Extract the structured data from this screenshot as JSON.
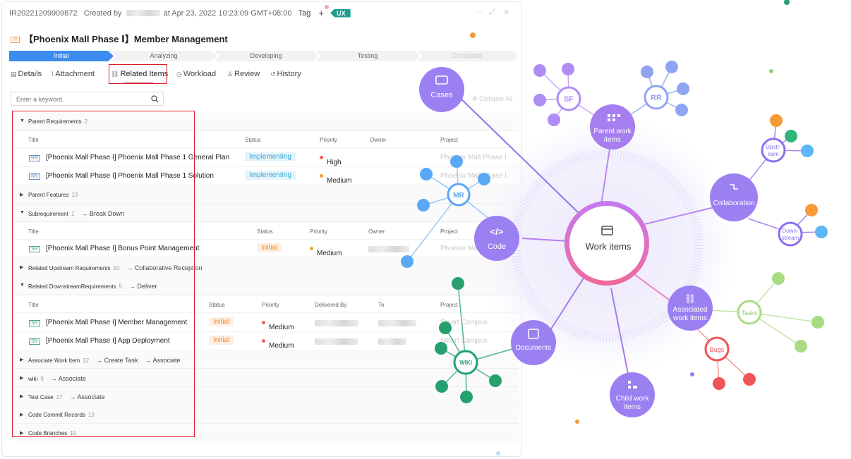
{
  "header": {
    "item_id": "IR20221209909872",
    "created_by_label": "Created by",
    "created_at": "at Apr 23, 2022 10:23:09 GMT+08:00",
    "tag_label": "Tag",
    "plus": "+",
    "ux_tag": "UX",
    "more": "···",
    "expand": "⤢",
    "close": "✕"
  },
  "title": {
    "prefix": "IR",
    "text": "【Phoenix Mall Phase Ⅰ】Member Management"
  },
  "stages": [
    "Initial",
    "Analyzing",
    "Developing",
    "Testing",
    "Completed"
  ],
  "tabs": [
    "Details",
    "Attachment",
    "Related Items",
    "Workload",
    "Review",
    "History"
  ],
  "search": {
    "placeholder": "Enter a keyword.",
    "collapse": "Collapse All"
  },
  "sections": {
    "parent_req": {
      "name": "Parent Requirements",
      "count": "2"
    },
    "parent_feat": {
      "name": "Parent Features",
      "count": "13"
    },
    "subreq": {
      "name": "Subrequirement",
      "count": "1",
      "action": "→ Break Down"
    },
    "upstream": {
      "name": "Related Upstream Requirements",
      "count": "10",
      "action": "→ Collaborative Reception"
    },
    "downstream": {
      "name": "Related DownstreamRequirements",
      "count": "5",
      "action": "→ Deliver"
    },
    "assoc": {
      "name": "Associate Work Item",
      "count": "12",
      "action": "→ Create Task",
      "action2": "→ Associate"
    },
    "wiki": {
      "name": "wiki",
      "count": "9",
      "action": "→ Associate"
    },
    "testcase": {
      "name": "Test Case",
      "count": "17",
      "action": "→ Associate"
    },
    "commits": {
      "name": "Code Commit Records",
      "count": "13"
    },
    "branches": {
      "name": "Code Branches",
      "count": "15"
    }
  },
  "columns": {
    "title": "Title",
    "status": "Status",
    "priority": "Priority",
    "owner": "Owner",
    "project": "Project",
    "delivered_by": "Delivered By",
    "to": "To"
  },
  "parent_rows": [
    {
      "type": "RR",
      "title": "[Phoenix Mall Phase I] Phoenix Mall Phase 1 General Plan",
      "status": "Implementing",
      "priority": "High",
      "project": "Phoenix Mall Phase I"
    },
    {
      "type": "RR",
      "title": "[Phoenix Mall Phase I] Phoenix Mall Phase 1 Solution",
      "status": "Implementing",
      "priority": "Medium",
      "project": "Phoenix Mall Phase I"
    }
  ],
  "sub_rows": [
    {
      "type": "SR",
      "title": "[Phoenix Mall Phase I] Bonus Point Management",
      "status": "Initial",
      "priority": "Medium",
      "project": "Phoenix Mall"
    }
  ],
  "down_rows": [
    {
      "type": "SR",
      "title": "[Phoenix Mall Phase I] Member Management",
      "status": "Initial",
      "priority": "Medium",
      "project": "Smart Campus"
    },
    {
      "type": "SR",
      "title": "[Phoenix Mall Phase I] App Deployment",
      "status": "Initial",
      "priority": "Medium",
      "project": "Smart Campus"
    }
  ],
  "colors": {
    "high": "#f06060",
    "medium": "#f0a030",
    "accent": "#3c8cf0",
    "red_box": "#d61f2a",
    "purple": "#9b7cf5",
    "blue": "#5aa8f5",
    "green": "#25a06e",
    "lightgreen": "#a7dc82",
    "red": "#ef5456",
    "orange": "#f59a35",
    "pink": "#f07aa6"
  },
  "map": {
    "center": "Work items",
    "cases": "Cases",
    "sf": "SF",
    "rr": "RR",
    "parent_work_items": [
      "Parent work",
      "items"
    ],
    "upstream": [
      "Upstr-",
      "eam"
    ],
    "collaboration": "Collaboration",
    "downstream": [
      "Down-",
      "stream"
    ],
    "mr": "MR",
    "code": "Code",
    "associated_work_items": [
      "Associated",
      "work items"
    ],
    "tasks": "Tasks",
    "bugs": "Bugs",
    "documents": "Documents",
    "wiki": "WIKI",
    "child_work_items": [
      "Child work",
      "items"
    ]
  }
}
